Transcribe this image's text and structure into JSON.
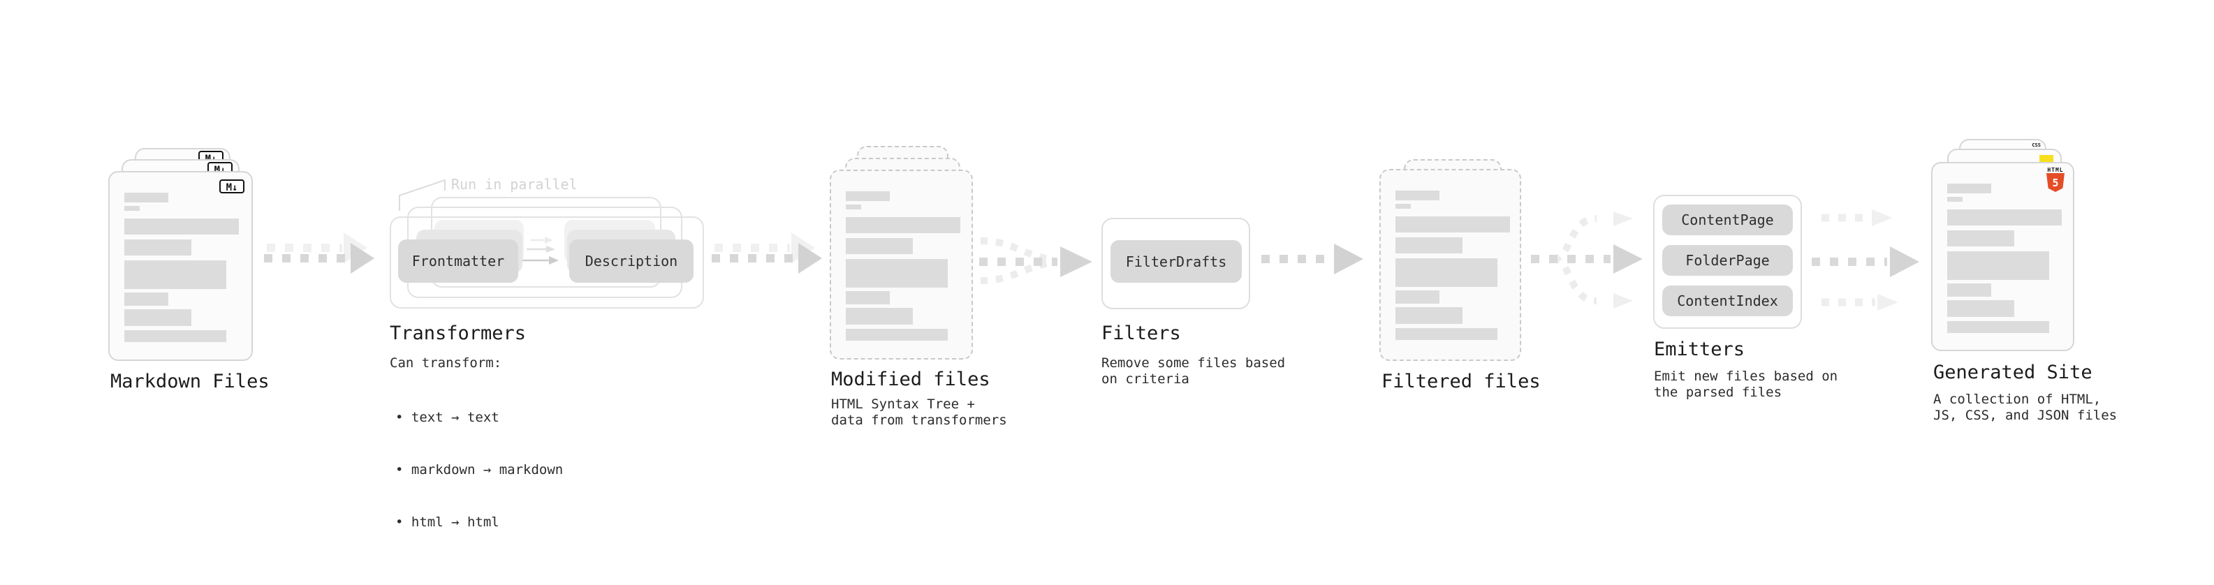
{
  "colors": {
    "html5_orange": "#e44d26",
    "js_yellow": "#f7df1e",
    "css_blue": "#2e6ce0",
    "pill_gray": "#d9d9d9",
    "arrow_gray": "#d4d4d4",
    "annotation_gray": "#d2d2d2"
  },
  "stages": {
    "markdown": {
      "label": "Markdown Files",
      "badge": "M↓"
    },
    "transformers": {
      "label": "Transformers",
      "annotation": "Run in parallel",
      "pill_left": "Frontmatter",
      "pill_right": "Description",
      "desc_title": "Can transform:",
      "bullets": [
        "• text → text",
        "• markdown → markdown",
        "• html → html"
      ]
    },
    "modified": {
      "label": "Modified files",
      "desc": "HTML Syntax Tree +\ndata from transformers"
    },
    "filters": {
      "label": "Filters",
      "pill": "FilterDrafts",
      "desc": "Remove some files based\non criteria"
    },
    "filtered": {
      "label": "Filtered files"
    },
    "emitters": {
      "label": "Emitters",
      "pills": [
        "ContentPage",
        "FolderPage",
        "ContentIndex"
      ],
      "desc": "Emit new files based on\nthe parsed files"
    },
    "generated": {
      "label": "Generated Site",
      "badge_html_label": "HTML",
      "badge_html_number": "5",
      "badge_css": "CSS",
      "desc": "A collection of HTML,\nJS, CSS, and JSON files"
    }
  }
}
